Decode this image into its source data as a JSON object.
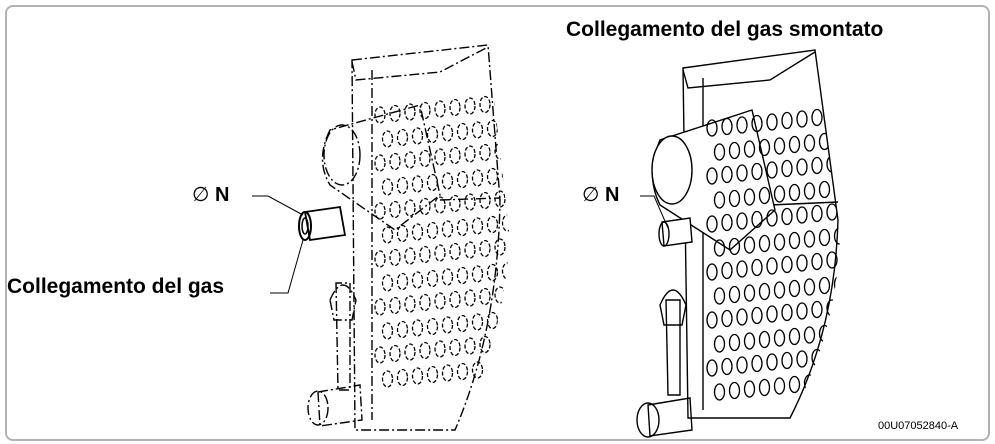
{
  "title": "Collegamento del gas smontato",
  "callout_gas": "Collegamento del gas",
  "left_callout": {
    "symbol": "∅",
    "letter": "N"
  },
  "right_callout": {
    "symbol": "∅",
    "letter": "N"
  },
  "figure_code": "00U07052840-A",
  "colors": {
    "frame": "#b3b3b3",
    "line": "#000000",
    "background": "#ffffff"
  }
}
